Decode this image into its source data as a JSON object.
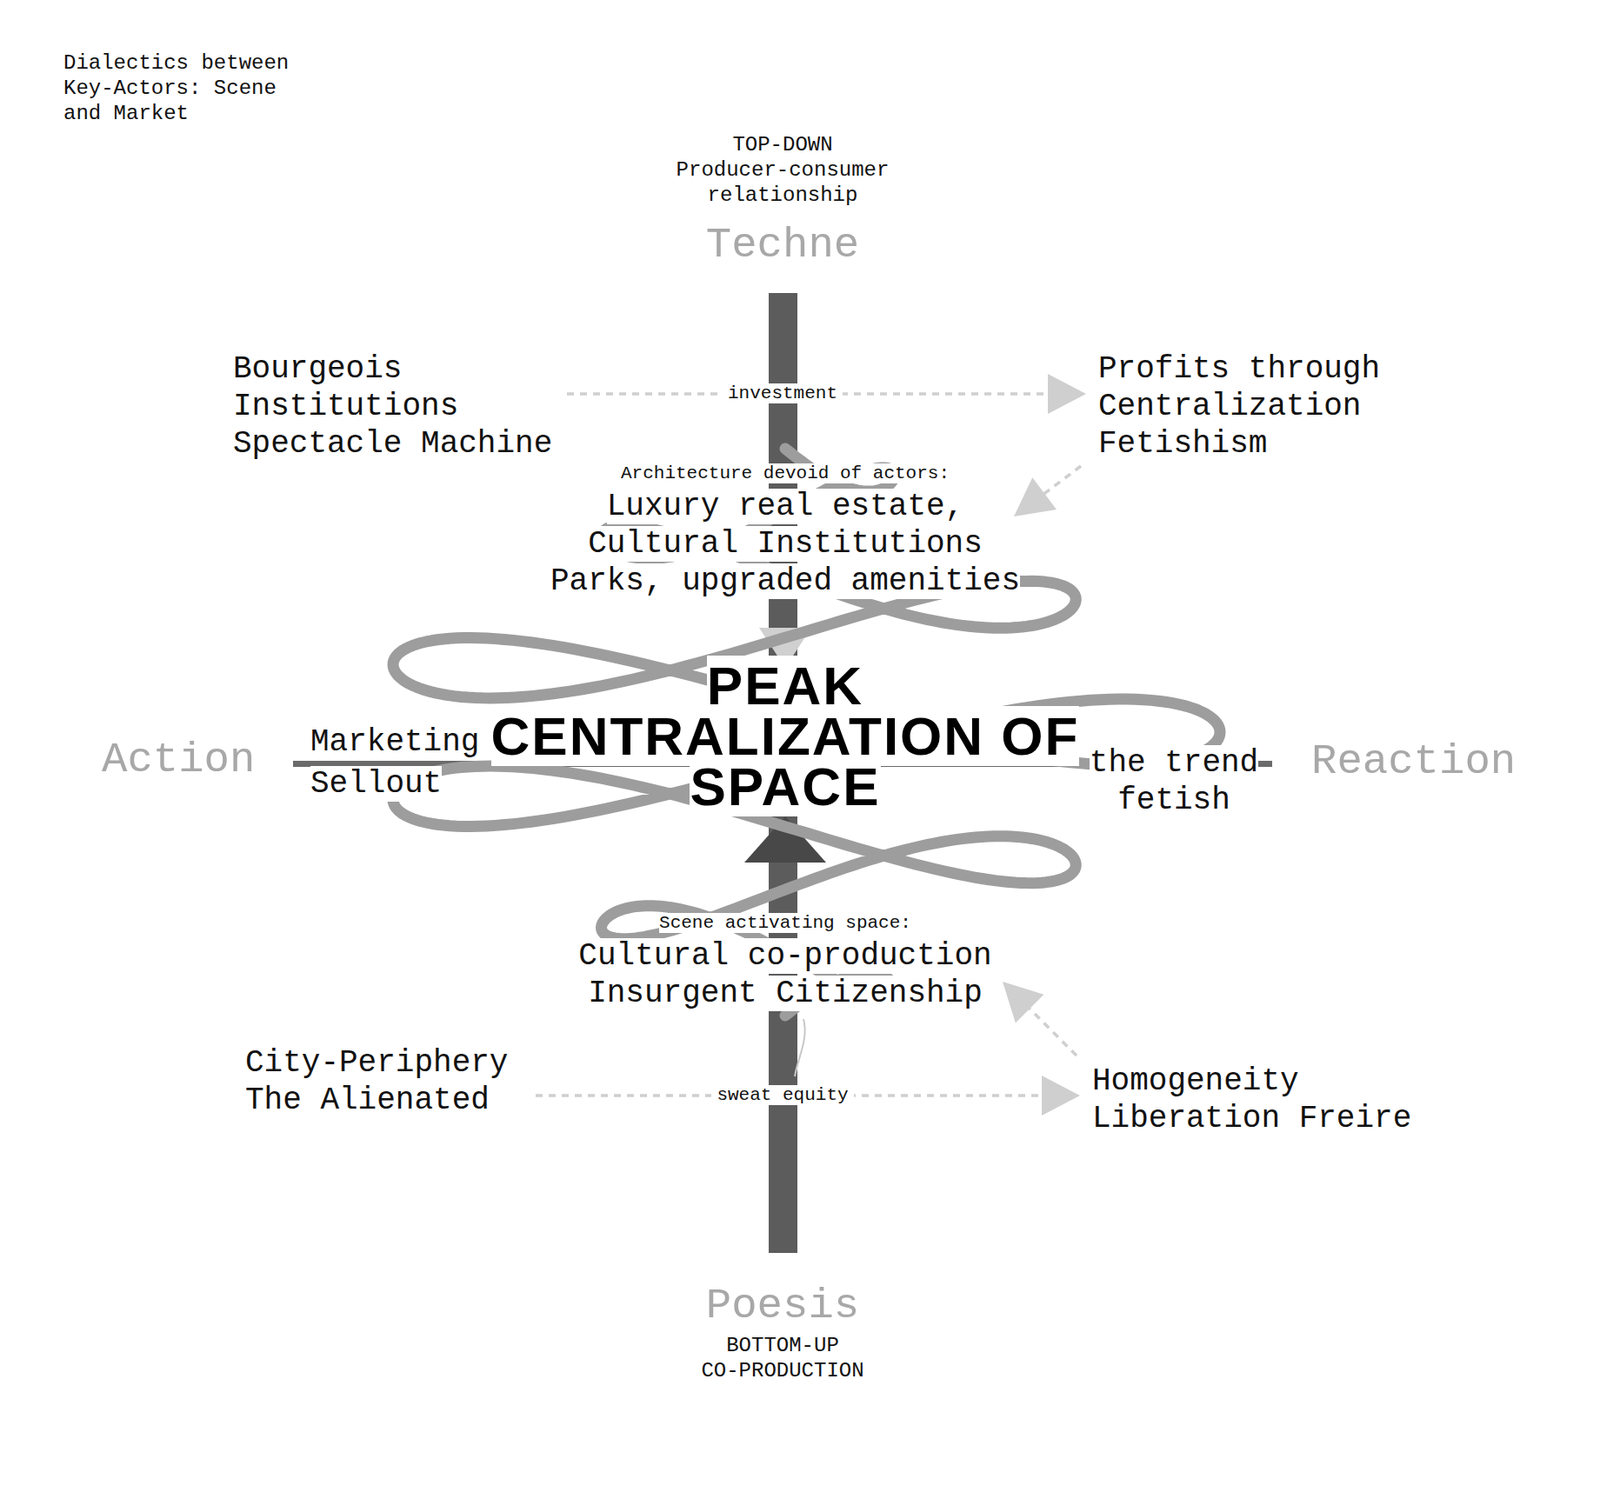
{
  "diagram": {
    "title": "Dialectics between Key-Actors: Scene and Market",
    "nodes": [
      {
        "text": [
          "Bourgeois Institutions Spectacle Machine"
        ]
      },
      {
        "text": [
          "Profits through Centralization Fetishism"
        ]
      },
      {
        "text": [
          "Architecture devoid of actors:",
          "Luxury real estate, Cultural Institutions Parks, upgraded amenities"
        ]
      },
      {
        "text": [
          "Scene activating space:",
          "Cultural co-production Insurgent Citizenship"
        ]
      },
      {
        "text": [
          "City-Periphery The Alienated"
        ]
      },
      {
        "text": [
          "Homogeneity Liberation Freire"
        ]
      }
    ],
    "edges": [
      {
        "from": 0,
        "to": 1,
        "label": "investment",
        "arrow": "to"
      },
      {
        "from": 1,
        "to": 2,
        "arrow": "to"
      },
      {
        "from": 4,
        "to": 5,
        "label": "sweat equity",
        "arrow": "to"
      },
      {
        "from": 5,
        "to": 3,
        "arrow": "to"
      }
    ],
    "labels": [
      "TOP-DOWN",
      "Producer-consumer relationship",
      "Techne",
      "Action",
      "Reaction",
      "PEAK CENTRALIZATION OF SPACE",
      "Marketing Sellout",
      "the trend fetish",
      "Poesis",
      "BOTTOM-UP",
      "CO-PRODUCTION"
    ]
  }
}
